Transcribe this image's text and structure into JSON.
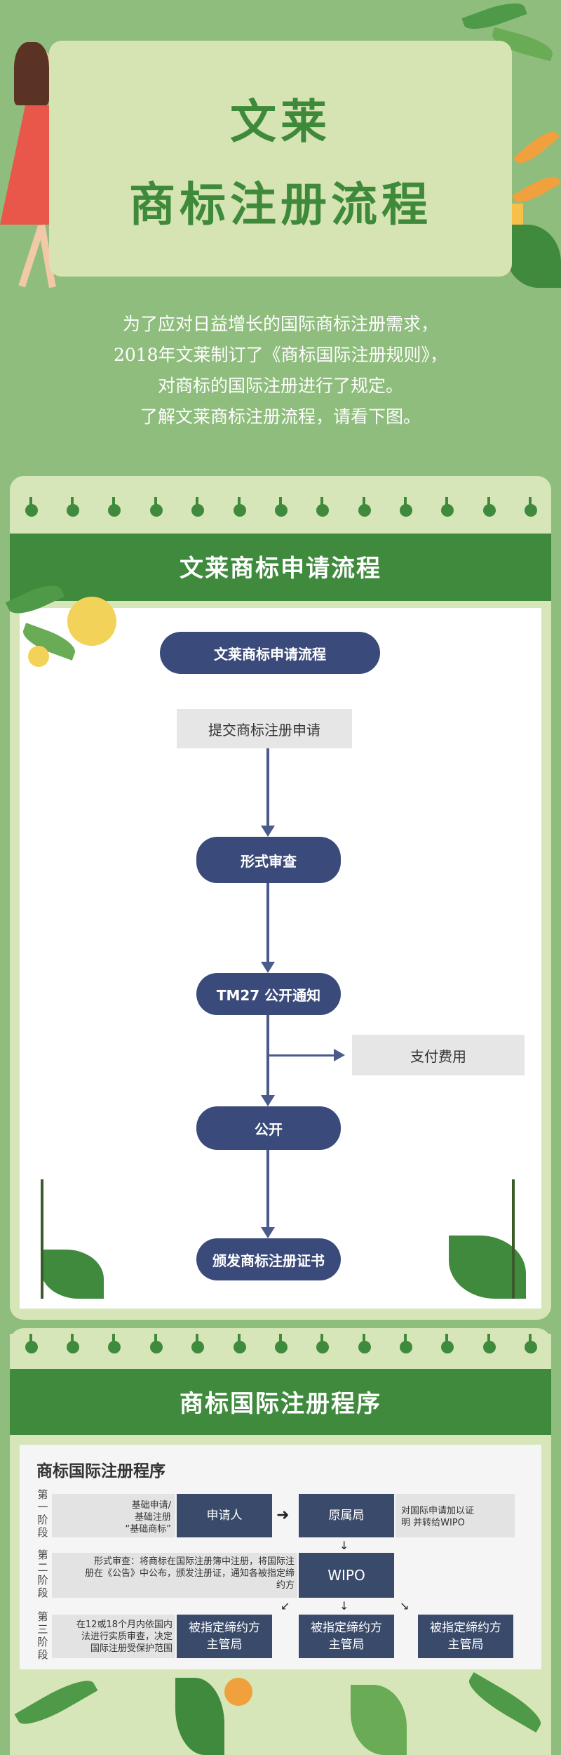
{
  "header": {
    "title_line1": "文莱",
    "title_line2": "商标注册流程"
  },
  "intro": [
    "为了应对日益增长的国际商标注册需求，",
    "2018年文莱制订了《商标国际注册规则》，",
    "对商标的国际注册进行了规定。",
    "了解文莱商标注册流程，请看下图。"
  ],
  "section1": {
    "title": "文莱商标申请流程",
    "flow": {
      "top": "文莱商标申请流程",
      "submit": "提交商标注册申请",
      "formal": "形式审查",
      "tm27": "TM27 公开通知",
      "pay": "支付费用",
      "publish": "公开",
      "issue": "颁发商标注册证书"
    }
  },
  "section2": {
    "title": "商标国际注册程序",
    "table_title": "商标国际注册程序",
    "stages": [
      {
        "label": "第一阶段"
      },
      {
        "label": "第二阶段"
      },
      {
        "label": "第三阶段"
      }
    ],
    "stage1": {
      "desc_lines": [
        "基础申请/",
        "基础注册",
        "“基础商标”"
      ],
      "applicant": "申请人",
      "origin_office": "原属局",
      "origin_desc_lines": [
        "对国际申请加以证",
        "明 并转给WIPO"
      ]
    },
    "stage2": {
      "desc_lines": [
        "形式审查：将商标在国际注册簿中注册，将国际注",
        "册在《公告》中公布，颁发注册证，通知各被指定缔",
        "约方"
      ],
      "wipo": "WIPO"
    },
    "stage3": {
      "desc_lines": [
        "在12或18个月内依国内",
        "法进行实质审查，决定",
        "国际注册受保护范围"
      ],
      "office_line1": "被指定缔约方",
      "office_line2": "主管局"
    }
  },
  "colors": {
    "background": "#8fbd7d",
    "accent_green": "#3f8a3d",
    "title_green": "#3e8a3a",
    "navy": "#3a4a7a"
  }
}
